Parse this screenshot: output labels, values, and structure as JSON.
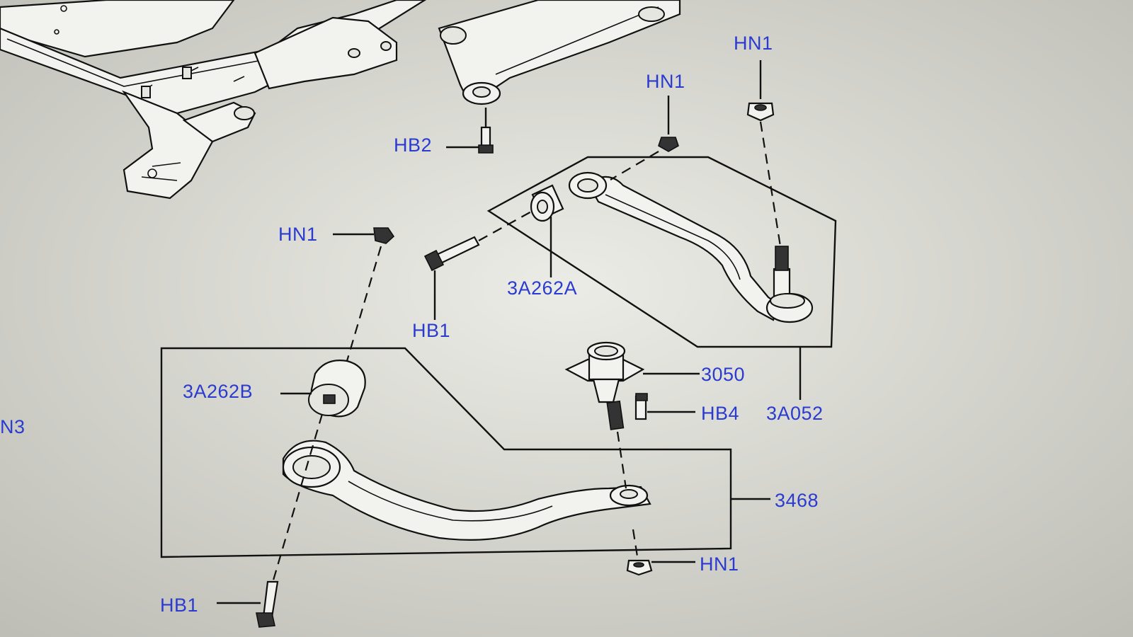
{
  "diagram": {
    "labels": {
      "hn1_top_right": "HN1",
      "hn1_top_mid": "HN1",
      "hb2": "HB2",
      "hn1_left": "HN1",
      "part_3a262a": "3A262A",
      "hb1_upper": "HB1",
      "part_3050": "3050",
      "part_3a262b": "3A262B",
      "hb4": "HB4",
      "part_3a052": "3A052",
      "hn3_edge": "N3",
      "part_3468": "3468",
      "hn1_bottom": "HN1",
      "hb1_lower": "HB1"
    },
    "colors": {
      "label": "#2b3bd0",
      "line": "#111111",
      "background": "#dcdcd6"
    }
  }
}
